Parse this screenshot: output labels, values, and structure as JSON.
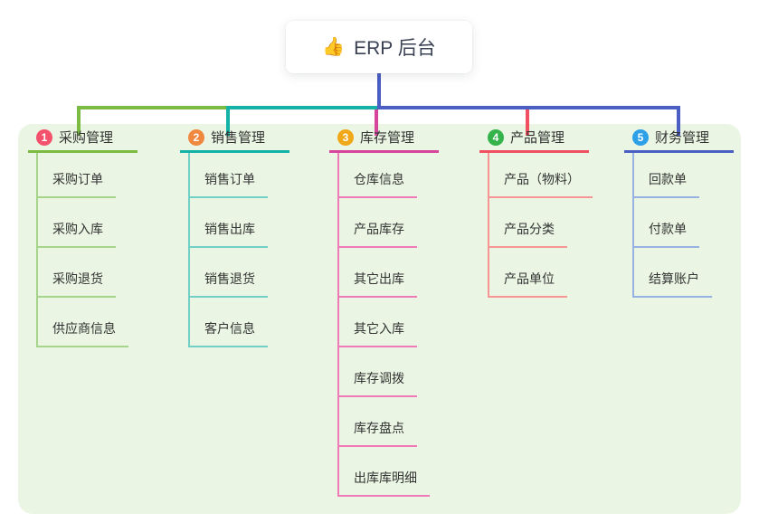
{
  "root": {
    "emoji": "👍",
    "label": "ERP 后台"
  },
  "colors": {
    "root_connector": "#4a5ec4",
    "canvas_bg": "#eaf6e3",
    "text": "#333333",
    "root_text": "#3a4254"
  },
  "branches": [
    {
      "number": "1",
      "label": "采购管理",
      "color": "#7cbb41",
      "badge_color": "#f4516c",
      "child_color": "#a6d488",
      "children": [
        "采购订单",
        "采购入库",
        "采购退货",
        "供应商信息"
      ]
    },
    {
      "number": "2",
      "label": "销售管理",
      "color": "#14b2a6",
      "badge_color": "#f0883f",
      "child_color": "#72cfc6",
      "children": [
        "销售订单",
        "销售出库",
        "销售退货",
        "客户信息"
      ]
    },
    {
      "number": "3",
      "label": "库存管理",
      "color": "#d6449c",
      "badge_color": "#f0a818",
      "child_color": "#ef7ab8",
      "children": [
        "仓库信息",
        "产品库存",
        "其它出库",
        "其它入库",
        "库存调拨",
        "库存盘点",
        "出库库明细"
      ]
    },
    {
      "number": "4",
      "label": "产品管理",
      "color": "#f0505f",
      "badge_color": "#34b34a",
      "child_color": "#f79595",
      "children": [
        "产品（物料）",
        "产品分类",
        "产品单位"
      ]
    },
    {
      "number": "5",
      "label": "财务管理",
      "color": "#4a5ec4",
      "badge_color": "#2da0e8",
      "child_color": "#97b1e2",
      "children": [
        "回款单",
        "付款单",
        "结算账户"
      ]
    }
  ]
}
